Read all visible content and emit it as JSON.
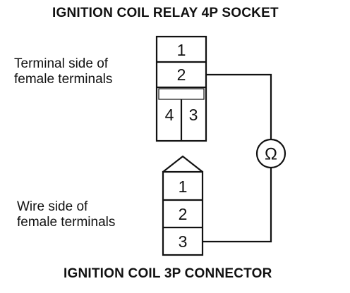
{
  "titles": {
    "relay_socket": "IGNITION COIL RELAY 4P SOCKET",
    "coil_connector": "IGNITION COIL 3P CONNECTOR"
  },
  "labels": {
    "terminal_side_line1": "Terminal side of",
    "terminal_side_line2": "female terminals",
    "wire_side_line1": "Wire side of",
    "wire_side_line2": "female terminals"
  },
  "relay_socket": {
    "terminals": [
      "1",
      "2",
      "4",
      "3"
    ]
  },
  "coil_connector": {
    "terminals": [
      "1",
      "2",
      "3"
    ]
  },
  "meter": {
    "symbol": "Ω",
    "icon": "ohmmeter-icon"
  },
  "colors": {
    "ink": "#111111",
    "background": "#ffffff"
  }
}
